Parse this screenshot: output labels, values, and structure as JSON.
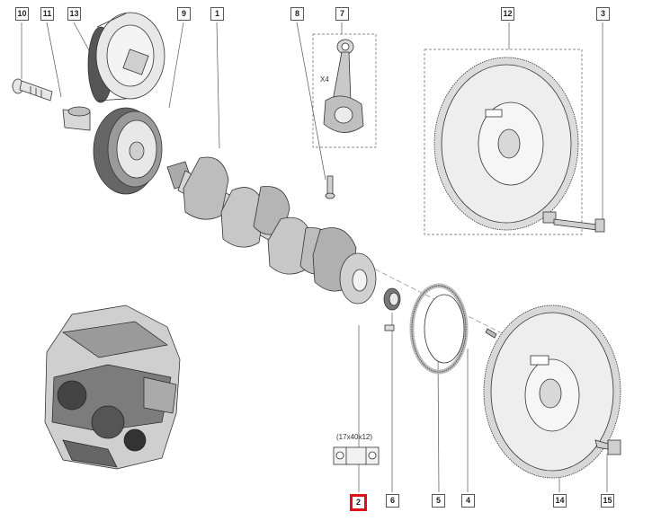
{
  "labels": {
    "l1": "1",
    "l2": "2",
    "l3": "3",
    "l4": "4",
    "l5": "5",
    "l6": "6",
    "l7": "7",
    "l8": "8",
    "l9": "9",
    "l10": "10",
    "l11": "11",
    "l12": "12",
    "l13": "13",
    "l14": "14",
    "l15": "15"
  },
  "notes": {
    "x4": "X4",
    "dimension": "(17x40x12)"
  },
  "selected_label": "2",
  "colors": {
    "selected_border": "#e0101a",
    "line": "#444444",
    "label_border": "#555555"
  }
}
